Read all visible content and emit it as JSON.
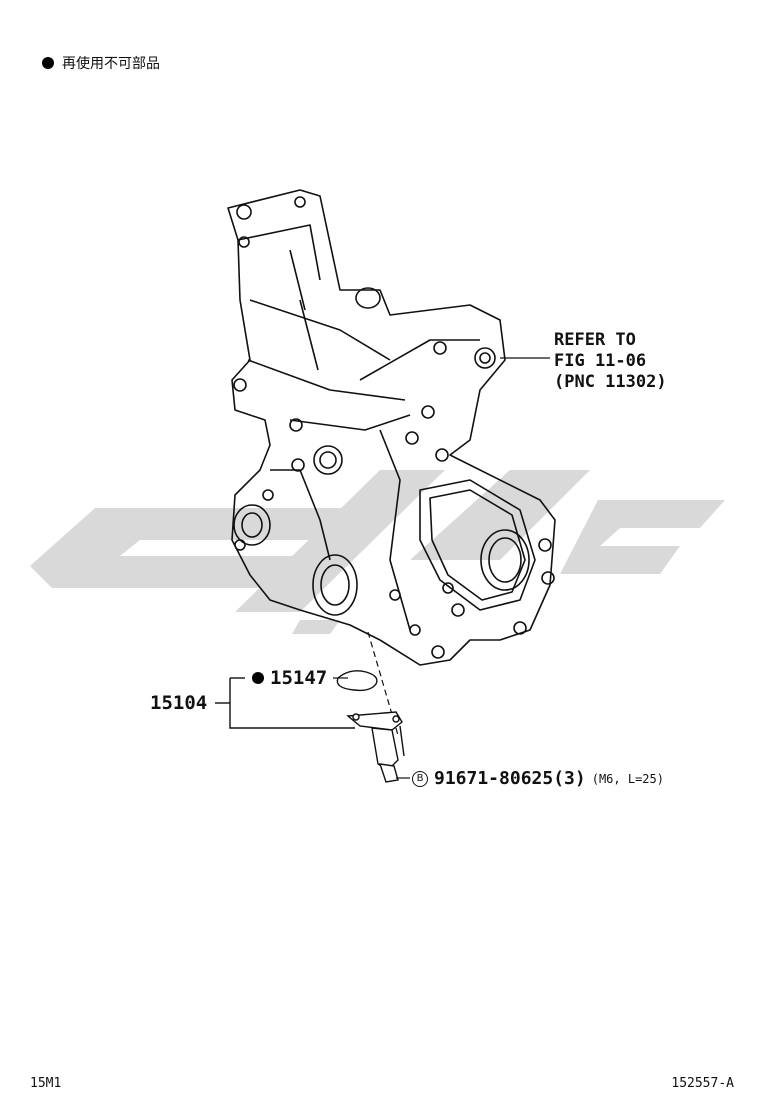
{
  "legend": {
    "text": "再使用不可部品"
  },
  "refer": {
    "line1": "REFER TO",
    "line2": "FIG 11-06",
    "line3": "(PNC 11302)"
  },
  "parts": {
    "assembly": "15104",
    "gasket": "15147",
    "bolt_mark": "B",
    "bolt_number": "91671-80625(3)",
    "bolt_spec": "(M6, L=25)"
  },
  "footer": {
    "left": "15M1",
    "right": "152557-A"
  },
  "colors": {
    "line": "#111111",
    "watermark": "#d9d9d9"
  }
}
